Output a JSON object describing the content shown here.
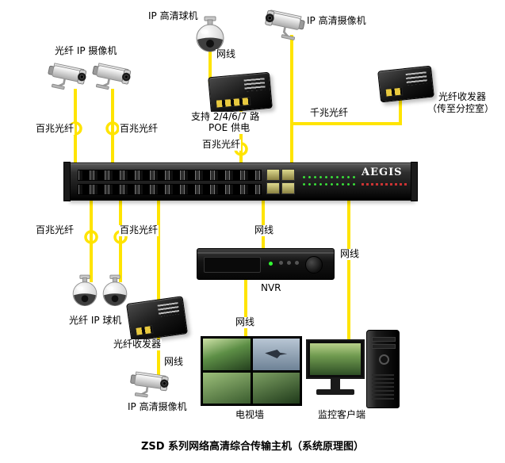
{
  "caption": "ZSD 系列网络高清综合传输主机（系统原理图）",
  "brand": "AEGIS",
  "colors": {
    "cable": "#ffe400",
    "led": "#39e639",
    "device_body": "#161616"
  },
  "labels": {
    "ip_dome_camera": "IP 高清球机",
    "ip_camera": "IP 高清摄像机",
    "fiber_ip_camera": "光纤 IP 摄像机",
    "fiber_ip_dome": "光纤 IP 球机",
    "netcable": "网线",
    "fiber_100m": "百兆光纤",
    "fiber_1000m": "千兆光纤",
    "poe_support_line1": "支持 2/4/6/7 路",
    "poe_support_line2": "POE 供电",
    "fiber_transceiver": "光纤收发器",
    "to_branch_room": "（传至分控室）",
    "nvr": "NVR",
    "tv_wall": "电视墙",
    "client": "监控客户端"
  }
}
